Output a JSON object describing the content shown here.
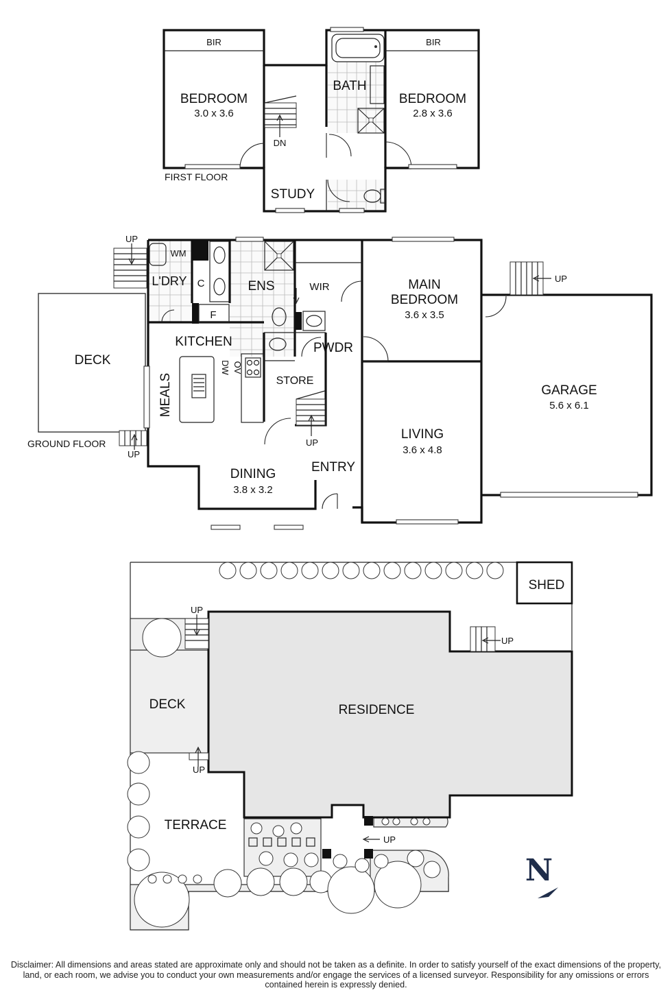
{
  "first_floor": {
    "floor_label": "FIRST FLOOR",
    "rooms": {
      "bir_left": "BIR",
      "bir_right": "BIR",
      "bedroom_left": {
        "name": "BEDROOM",
        "dims": "3.0 x 3.6"
      },
      "bedroom_right": {
        "name": "BEDROOM",
        "dims": "2.8 x 3.6"
      },
      "bath": "BATH",
      "study": "STUDY",
      "stair_dn": "DN"
    }
  },
  "ground_floor": {
    "floor_label": "GROUND FLOOR",
    "rooms": {
      "wm": "WM",
      "laundry": "L'DRY",
      "c": "C",
      "ens": "ENS",
      "wir": "WIR",
      "main_bedroom": {
        "name_line1": "MAIN",
        "name_line2": "BEDROOM",
        "dims": "3.6 x 3.5"
      },
      "f": "F",
      "kitchen": "KITCHEN",
      "pwdr": "PWDR",
      "dw": "DW",
      "ov": "OV",
      "store": "STORE",
      "meals": "MEALS",
      "deck": "DECK",
      "garage": {
        "name": "GARAGE",
        "dims": "5.6 x 6.1"
      },
      "living": {
        "name": "LIVING",
        "dims": "3.6 x 4.8"
      },
      "dining": {
        "name": "DINING",
        "dims": "3.8 x 3.2"
      },
      "entry": "ENTRY"
    },
    "stair_labels": {
      "laundry_up": "UP",
      "garage_up": "UP",
      "deck_up": "UP",
      "store_up": "UP"
    }
  },
  "site_plan": {
    "shed": "SHED",
    "deck": "DECK",
    "residence": "RESIDENCE",
    "terrace": "TERRACE",
    "stair_labels": {
      "deck_top_up": "UP",
      "residence_up": "UP",
      "deck_bottom_up": "UP",
      "entry_up": "UP"
    }
  },
  "north_label": "N",
  "disclaimer": "Disclaimer: All dimensions and areas stated are approximate only and should not be taken as a definite. In order to satisfy yourself of the exact dimensions of the property, land, or each room, we advise you to conduct your own measurements and/or engage the services of a licensed surveyor. Responsibility for any omissions or errors contained herein is expressly denied."
}
